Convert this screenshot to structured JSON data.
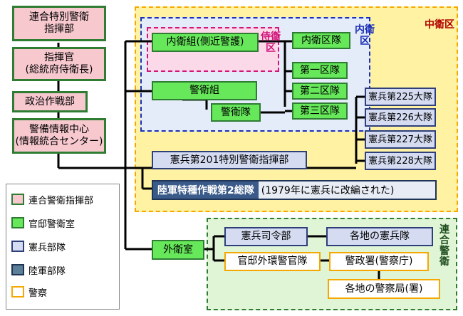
{
  "colors": {
    "pink": "#f7c9cf",
    "green": "#66e85a",
    "blue": "#d5dcf2",
    "navy": "#3a5a8a",
    "orange": "#f5a800",
    "zone_yellow": "#fff3a3",
    "zone_green": "#e0f5d6"
  },
  "left_column": {
    "hq": "連合特別警衛\n指揮部",
    "commander": "指揮官\n(総統府侍衛長)",
    "politics": "政治作戦部",
    "intel": "警備情報中心\n(情報統合センター)"
  },
  "zones": {
    "chuei": "中衛区",
    "naiei": "内衛\n区",
    "jiei": "侍衛\n区",
    "rengo": "連\n合\n警\n衛"
  },
  "inner": {
    "naieigumi": "内衛組(側近警護)",
    "naiei_kutai": "内衛区隊",
    "keieigumi": "警衛組",
    "keieitai": "警衛隊",
    "dai1": "第一区隊",
    "dai2": "第二区隊",
    "dai3": "第三区隊"
  },
  "mp_battalions": [
    "憲兵第225大隊",
    "憲兵第226大隊",
    "憲兵第227大隊",
    "憲兵第228大隊"
  ],
  "mp201": "憲兵第201特別警衛指揮部",
  "army": {
    "name": "陸軍特種作戦第2総隊",
    "note": "(1979年に憲兵に改編された)"
  },
  "outer": {
    "gaieishitsu": "外衛室",
    "kenpei_shireibu": "憲兵司令部",
    "kakuchi_kenpeitai": "各地の憲兵隊",
    "kantei_keikan": "官邸外環警官隊",
    "keiseisho": "警政署(警察庁)",
    "kakuchi_keisatsu": "各地の警察局(署)"
  },
  "legend": [
    {
      "label": "連合警衛指揮部",
      "color": "#f7c9cf",
      "border": "#2e7d32"
    },
    {
      "label": "官邸警衛室",
      "color": "#66e85a",
      "border": "#2e7d32"
    },
    {
      "label": "憲兵部隊",
      "color": "#d5dcf2",
      "border": "#2e3f7a"
    },
    {
      "label": "陸軍部隊",
      "color": "#5a7f96",
      "border": "#1f3355"
    },
    {
      "label": "警察",
      "color": "#ffffff",
      "border": "#f5a800"
    }
  ]
}
